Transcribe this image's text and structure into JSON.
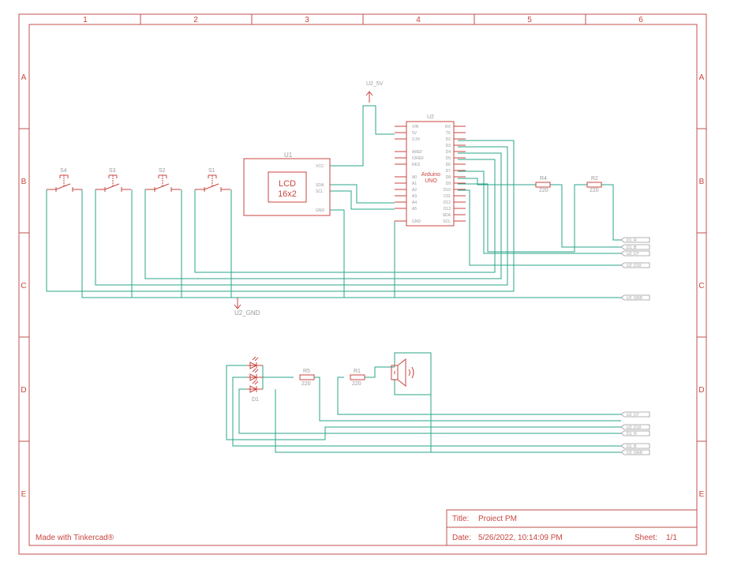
{
  "frame": {
    "columns": [
      "1",
      "2",
      "3",
      "4",
      "5",
      "6"
    ],
    "rows": [
      "A",
      "B",
      "C",
      "D",
      "E"
    ],
    "watermark": "Made with Tinkercad®"
  },
  "title_block": {
    "title_label": "Title:",
    "title_value": "Proiect PM",
    "date_label": "Date:",
    "date_value": "5/26/2022, 10:14:09 PM",
    "sheet_label": "Sheet:",
    "sheet_value": "1/1"
  },
  "power": {
    "supply_label": "U2_5V",
    "ground_label": "U2_GND"
  },
  "lcd": {
    "ref": "U1",
    "line1": "LCD",
    "line2": "16x2",
    "pins": [
      "VCC",
      "SDA",
      "SCL",
      "GND"
    ]
  },
  "arduino": {
    "ref": "U2",
    "name_line1": "Arduino",
    "name_line2": "UNO",
    "left_pins": [
      "VIN",
      "5V",
      "3.3V",
      "AREF",
      "IOREF",
      "RES",
      "A0",
      "A1",
      "A2",
      "A3",
      "A4",
      "A5",
      "GND"
    ],
    "right_pins": [
      "RX",
      "TX",
      "D2",
      "D3",
      "D4",
      "D5",
      "D6",
      "D7",
      "D8",
      "D9",
      "D10",
      "D11",
      "D12",
      "D13",
      "SDA",
      "SCL"
    ]
  },
  "switches": [
    "S4",
    "S3",
    "S2",
    "S1"
  ],
  "resistors": [
    {
      "ref": "R4",
      "value": "220"
    },
    {
      "ref": "R2",
      "value": "220"
    },
    {
      "ref": "R5",
      "value": "220"
    },
    {
      "ref": "R1",
      "value": "220"
    }
  ],
  "led": {
    "ref": "D1"
  },
  "net_tags_top": [
    "D1_R",
    "D1_B",
    "U2_D7",
    "U2_D10",
    "U2_GND"
  ],
  "net_tags_bottom": [
    "U2_D7",
    "U2_D10",
    "D1_R",
    "D1_B",
    "U2_GND"
  ]
}
